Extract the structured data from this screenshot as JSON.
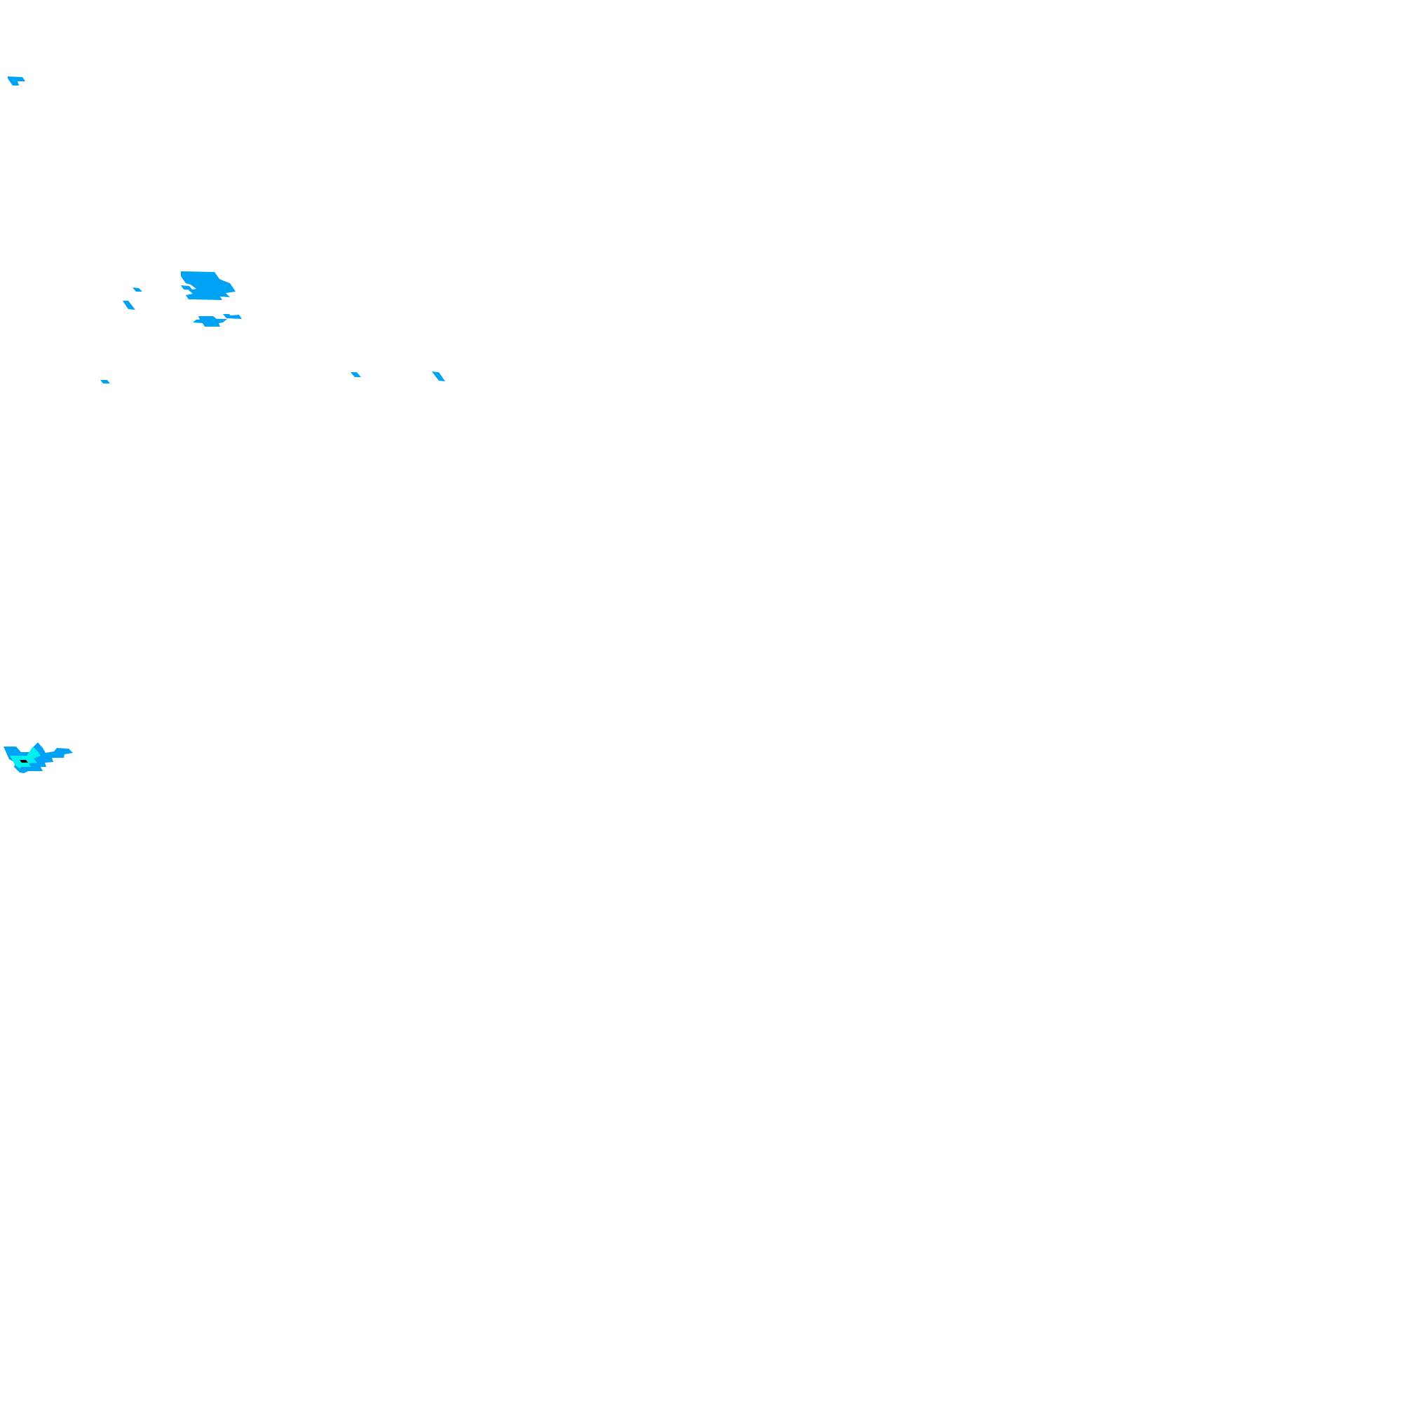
{
  "layer": {
    "kind": "precipitation-radar-tile",
    "background_color": "#ffffff",
    "projection_skew": "sheared-parallelogram"
  },
  "intensity_colors": {
    "light": "#00a2f5",
    "moderate": "#00f0f0",
    "heavy": "#000000"
  },
  "echo_clusters": [
    {
      "name": "northwest-fragment",
      "levels": [
        "light"
      ]
    },
    {
      "name": "central-north-cluster",
      "levels": [
        "light"
      ]
    },
    {
      "name": "scattered-midline-cells",
      "levels": [
        "light"
      ]
    },
    {
      "name": "southwest-storm-cell",
      "levels": [
        "light",
        "moderate",
        "heavy"
      ]
    }
  ]
}
